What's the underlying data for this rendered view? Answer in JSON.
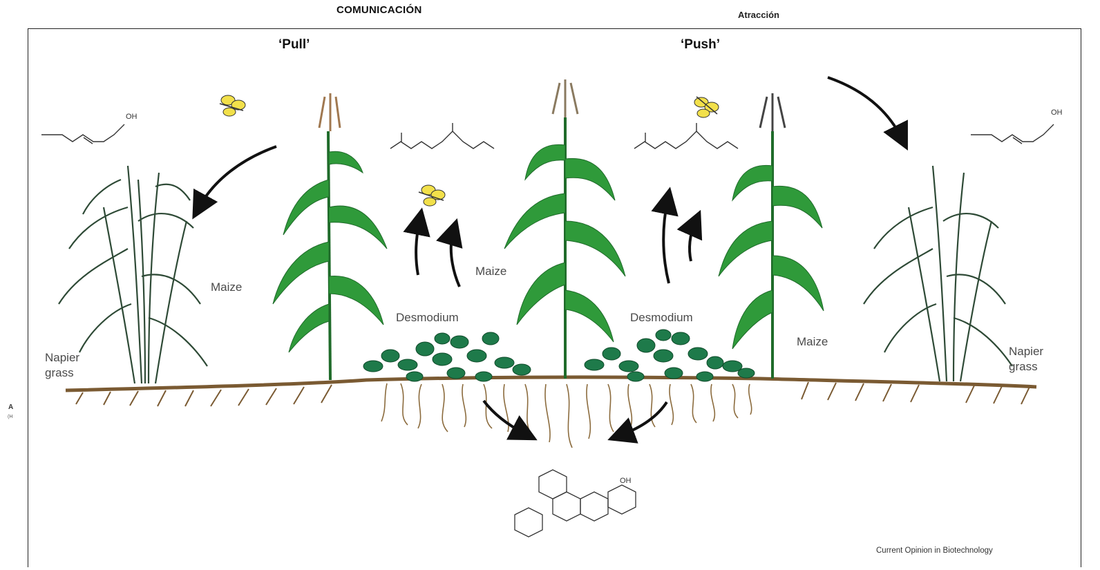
{
  "header": {
    "title": "COMUNICACIÓN",
    "right_fragment": "Atracción"
  },
  "figure": {
    "pull_heading": "‘Pull’",
    "push_heading": "‘Push’",
    "labels": {
      "maize_left": "Maize",
      "maize_center": "Maize",
      "maize_right": "Maize",
      "desmodium_left": "Desmodium",
      "desmodium_right": "Desmodium",
      "napier_left_line1": "Napier",
      "napier_left_line2": "grass",
      "napier_right_line1": "Napier",
      "napier_right_line2": "grass"
    },
    "chem_oh": "OH",
    "credit": "Current Opinion in Biotechnology"
  },
  "side": {
    "mark": "A",
    "submark": "(H"
  },
  "colors": {
    "leaf_green": "#2f9a3a",
    "leaf_dark": "#1f6b2a",
    "grass_dark": "#2e4a36",
    "soil": "#7a5a32",
    "root": "#8b6b3d",
    "desmodium": "#1e7a4a",
    "moth": "#f2e04a",
    "arrow": "#111111"
  }
}
